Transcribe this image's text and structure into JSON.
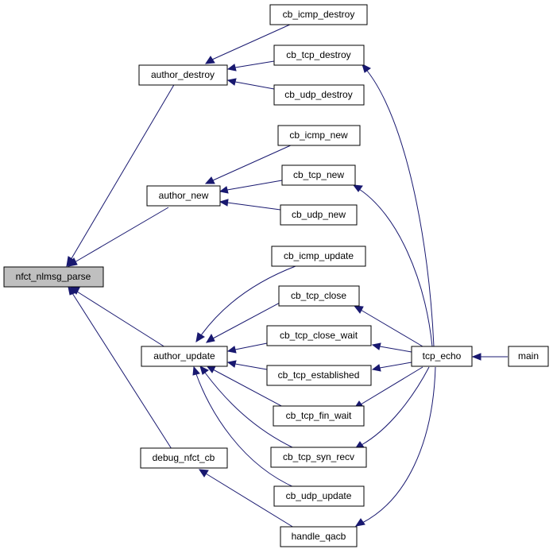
{
  "graph": {
    "nodes": {
      "nfct_nlmsg_parse": "nfct_nlmsg_parse",
      "author_destroy": "author_destroy",
      "author_new": "author_new",
      "author_update": "author_update",
      "debug_nfct_cb": "debug_nfct_cb",
      "cb_icmp_destroy": "cb_icmp_destroy",
      "cb_tcp_destroy": "cb_tcp_destroy",
      "cb_udp_destroy": "cb_udp_destroy",
      "cb_icmp_new": "cb_icmp_new",
      "cb_tcp_new": "cb_tcp_new",
      "cb_udp_new": "cb_udp_new",
      "cb_icmp_update": "cb_icmp_update",
      "cb_tcp_close": "cb_tcp_close",
      "cb_tcp_close_wait": "cb_tcp_close_wait",
      "cb_tcp_established": "cb_tcp_established",
      "cb_tcp_fin_wait": "cb_tcp_fin_wait",
      "cb_tcp_syn_recv": "cb_tcp_syn_recv",
      "cb_udp_update": "cb_udp_update",
      "handle_qacb": "handle_qacb",
      "tcp_echo": "tcp_echo",
      "main": "main"
    },
    "highlighted": "nfct_nlmsg_parse",
    "edge_color": "#191970",
    "highlight_fill": "#bfbfbf"
  }
}
